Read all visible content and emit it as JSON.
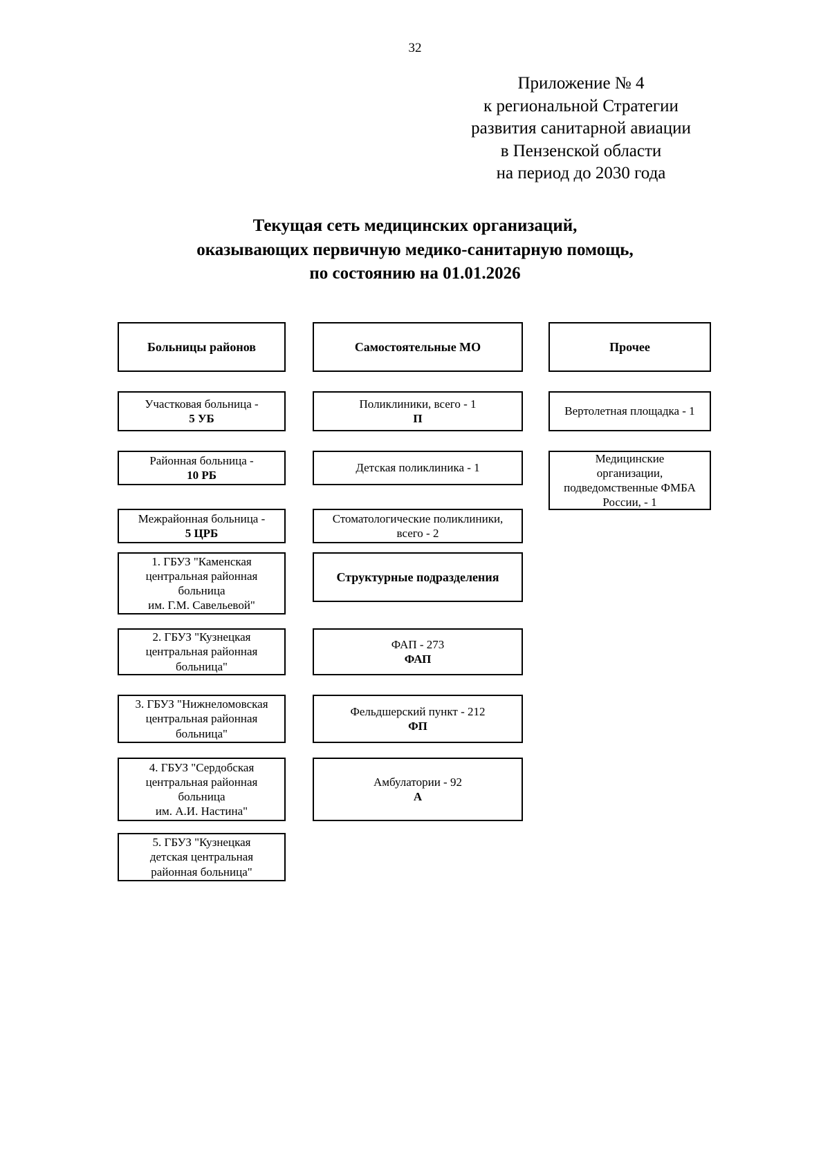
{
  "page_number": "32",
  "appendix": {
    "lines": [
      "Приложение № 4",
      "к региональной Стратегии",
      "развития санитарной авиации",
      "в Пензенской области",
      "на период до 2030 года"
    ]
  },
  "title": {
    "lines": [
      "Текущая сеть медицинских организаций,",
      "оказывающих первичную медико-санитарную помощь,",
      "по состоянию на 01.01.2026"
    ]
  },
  "chart_data": {
    "type": "diagram",
    "title": "Текущая сеть медицинских организаций, оказывающих первичную медико-санитарную помощь, по состоянию на 01.01.2026",
    "columns": [
      {
        "id": "districts",
        "header": "Больницы районов",
        "nodes": [
          {
            "line1": "Участковая больница -",
            "line2": "5 УБ",
            "line2_bold": true
          },
          {
            "line1": "Районная больница -",
            "line2": "10 РБ",
            "line2_bold": true
          },
          {
            "line1": "Межрайонная больница -",
            "line2": "5 ЦРБ",
            "line2_bold": true
          },
          {
            "line1": "1. ГБУЗ \"Каменская",
            "line2": "центральная районная",
            "line3": "больница",
            "line4": "им. Г.М. Савельевой\""
          },
          {
            "line1": "2. ГБУЗ \"Кузнецкая",
            "line2": "центральная районная",
            "line3": "больница\""
          },
          {
            "line1": "3. ГБУЗ \"Нижнеломовская",
            "line2": "центральная районная",
            "line3": "больница\""
          },
          {
            "line1": "4. ГБУЗ \"Сердобская",
            "line2": "центральная районная",
            "line3": "больница",
            "line4": "им. А.И. Настина\""
          },
          {
            "line1": "5. ГБУЗ \"Кузнецкая",
            "line2": "детская центральная",
            "line3": "районная больница\""
          }
        ]
      },
      {
        "id": "independent",
        "header": "Самостоятельные МО",
        "nodes": [
          {
            "line1": "Поликлиники, всего - 1",
            "line2": "П",
            "line2_bold": true
          },
          {
            "line1": "Детская поликлиника - 1"
          },
          {
            "line1": "Стоматологические поликлиники,",
            "line2": "всего - 2"
          },
          {
            "line1": "Структурные подразделения",
            "bold": true
          },
          {
            "line1": "ФАП - 273",
            "line2": "ФАП",
            "line2_bold": true
          },
          {
            "line1": "Фельдшерский пункт - 212",
            "line2": "ФП",
            "line2_bold": true
          },
          {
            "line1": "Амбулатории - 92",
            "line2": "А",
            "line2_bold": true
          }
        ]
      },
      {
        "id": "other",
        "header": "Прочее",
        "nodes": [
          {
            "line1": "Вертолетная площадка - 1"
          },
          {
            "line1": "Медицинские",
            "line2": "организации,",
            "line3": "подведомственные ФМБА",
            "line4": "России, - 1"
          }
        ]
      }
    ],
    "counts": {
      "uchastkovaya_bolnitsa": 5,
      "rayonnaya_bolnitsa": 10,
      "mezhrayonnaya_bolnitsa": 5,
      "polikliniki_vsego": 1,
      "detskaya_poliklinika": 1,
      "stomatologicheskie_polikliniki": 2,
      "fap": 273,
      "feldsherskiy_punkt": 212,
      "ambulatorii": 92,
      "vertoletnaya_ploshchadka": 1,
      "mo_fmba": 1
    }
  }
}
